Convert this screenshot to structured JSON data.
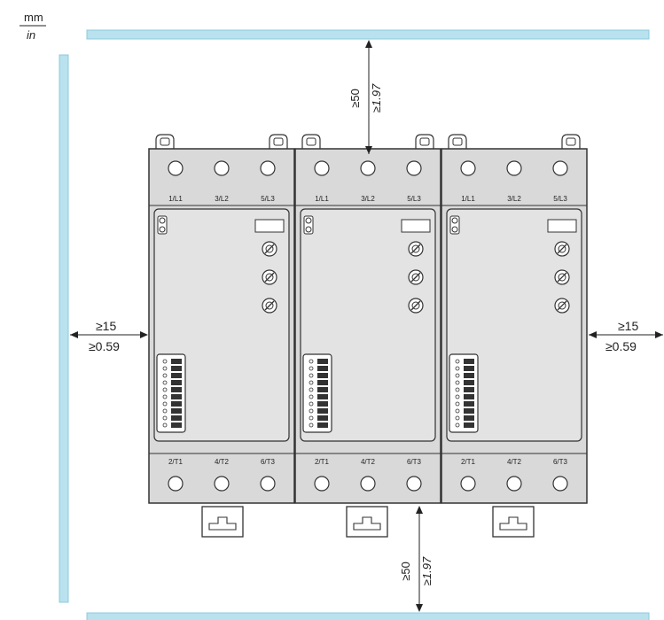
{
  "units": {
    "primary": "mm",
    "secondary": "in"
  },
  "clearances": {
    "top": {
      "mm": "≥50",
      "in": "≥1.97"
    },
    "bottom": {
      "mm": "≥50",
      "in": "≥1.97"
    },
    "left": {
      "mm": "≥15",
      "in": "≥0.59"
    },
    "right": {
      "mm": "≥15",
      "in": "≥0.59"
    }
  },
  "terminal_labels": {
    "top": [
      "1/L1",
      "3/L2",
      "5/L3"
    ],
    "bottom": [
      "2/T1",
      "4/T2",
      "6/T3"
    ]
  },
  "colors": {
    "wall": "#b9e2ee",
    "wall_edge": "#8ccbdc",
    "device_body": "#d9d9d9",
    "outline": "#333333"
  }
}
